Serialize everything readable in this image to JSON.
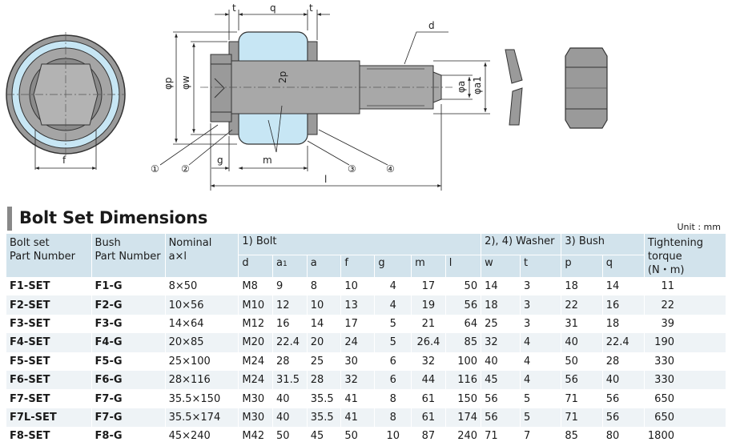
{
  "drawing": {
    "labels": {
      "t_left": "t",
      "q": "q",
      "t_right": "t",
      "d": "d",
      "phi_p": "φp",
      "phi_w": "φw",
      "two_p": "2p",
      "phi_a": "φa",
      "phi_a1": "φa1",
      "f": "f",
      "g": "g",
      "m": "m",
      "l": "l",
      "c1": "①",
      "c2": "②",
      "c3": "③",
      "c4": "④"
    }
  },
  "section": {
    "title": "Bolt Set Dimensions",
    "unit": "Unit : mm"
  },
  "table": {
    "headers": {
      "part_number": "Bolt set\nPart Number",
      "bush_pn": "Bush\nPart Number",
      "nominal": "Nominal\na×l",
      "bolt": "1) Bolt",
      "washer": "2), 4) Washer",
      "bush": "3) Bush",
      "torque": "Tightening torque\n(N・m)",
      "cols": [
        "d",
        "a1",
        "a",
        "f",
        "g",
        "m",
        "l",
        "w",
        "t",
        "p",
        "q"
      ]
    },
    "rows": [
      [
        "F1-SET",
        "F1-G",
        "8×50",
        "M8",
        "9",
        "8",
        "10",
        "4",
        "17",
        "50",
        "14",
        "3",
        "18",
        "14",
        "11"
      ],
      [
        "F2-SET",
        "F2-G",
        "10×56",
        "M10",
        "12",
        "10",
        "13",
        "4",
        "19",
        "56",
        "18",
        "3",
        "22",
        "16",
        "22"
      ],
      [
        "F3-SET",
        "F3-G",
        "14×64",
        "M12",
        "16",
        "14",
        "17",
        "5",
        "21",
        "64",
        "25",
        "3",
        "31",
        "18",
        "39"
      ],
      [
        "F4-SET",
        "F4-G",
        "20×85",
        "M20",
        "22.4",
        "20",
        "24",
        "5",
        "26.4",
        "85",
        "32",
        "4",
        "40",
        "22.4",
        "190"
      ],
      [
        "F5-SET",
        "F5-G",
        "25×100",
        "M24",
        "28",
        "25",
        "30",
        "6",
        "32",
        "100",
        "40",
        "4",
        "50",
        "28",
        "330"
      ],
      [
        "F6-SET",
        "F6-G",
        "28×116",
        "M24",
        "31.5",
        "28",
        "32",
        "6",
        "44",
        "116",
        "45",
        "4",
        "56",
        "40",
        "330"
      ],
      [
        "F7-SET",
        "F7-G",
        "35.5×150",
        "M30",
        "40",
        "35.5",
        "41",
        "8",
        "61",
        "150",
        "56",
        "5",
        "71",
        "56",
        "650"
      ],
      [
        "F7L-SET",
        "F7-G",
        "35.5×174",
        "M30",
        "40",
        "35.5",
        "41",
        "8",
        "61",
        "174",
        "56",
        "5",
        "71",
        "56",
        "650"
      ],
      [
        "F8-SET",
        "F8-G",
        "45×240",
        "M42",
        "50",
        "45",
        "50",
        "10",
        "87",
        "240",
        "71",
        "7",
        "85",
        "80",
        "1800"
      ]
    ]
  }
}
